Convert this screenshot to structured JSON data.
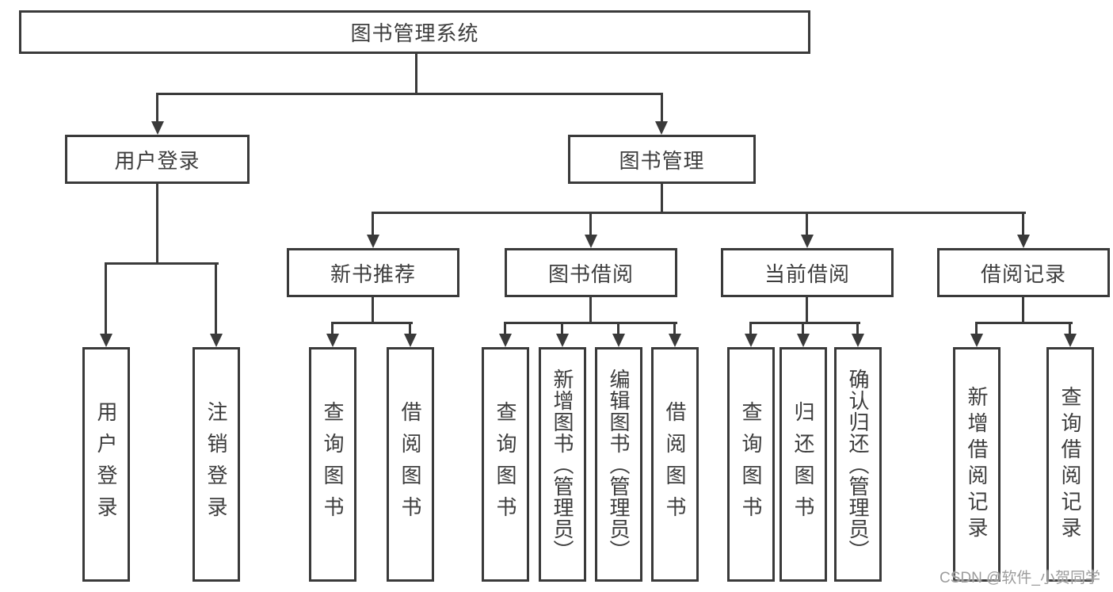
{
  "tree": {
    "label": "图书管理系统",
    "children": [
      {
        "label": "用户登录",
        "children": [
          {
            "label": "用户登录"
          },
          {
            "label": "注销登录"
          }
        ]
      },
      {
        "label": "图书管理",
        "children": [
          {
            "label": "新书推荐",
            "children": [
              {
                "label": "查询图书"
              },
              {
                "label": "借阅图书"
              }
            ]
          },
          {
            "label": "图书借阅",
            "children": [
              {
                "label": "查询图书"
              },
              {
                "label": "新增图书（管理员）"
              },
              {
                "label": "编辑图书（管理员）"
              },
              {
                "label": "借阅图书"
              }
            ]
          },
          {
            "label": "当前借阅",
            "children": [
              {
                "label": "查询图书"
              },
              {
                "label": "归还图书"
              },
              {
                "label": "确认归还（管理员）"
              }
            ]
          },
          {
            "label": "借阅记录",
            "children": [
              {
                "label": "新增借阅记录"
              },
              {
                "label": "查询借阅记录"
              }
            ]
          }
        ]
      }
    ]
  },
  "watermark": {
    "text": "CSDN @软件_小贺同学"
  },
  "colors": {
    "line": "#3a3a3a",
    "text": "#3d3d3d",
    "watermark": "#9c9c9c",
    "background": "#ffffff"
  }
}
